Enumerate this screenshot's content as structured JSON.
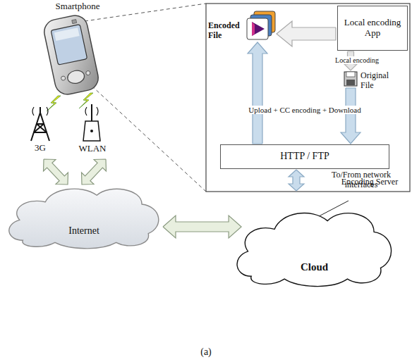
{
  "diagram": {
    "caption": "(a)",
    "nodes": [
      {
        "text": [
          "Local encoding App"
        ]
      },
      {
        "text": [
          "HTTP / FTP"
        ]
      },
      {
        "text": [
          "Internet"
        ]
      },
      {
        "text": [
          "Cloud"
        ]
      }
    ],
    "edges": [
      {
        "from": 2,
        "to": 3,
        "arrow": "both"
      }
    ],
    "labels": [
      "Smartphone",
      "Encoded File",
      "Local encoding",
      "Original File",
      "Upload + CC encoding + Download",
      "To/From network interfaces",
      "3G",
      "WLAN",
      "Encoding Server"
    ]
  }
}
